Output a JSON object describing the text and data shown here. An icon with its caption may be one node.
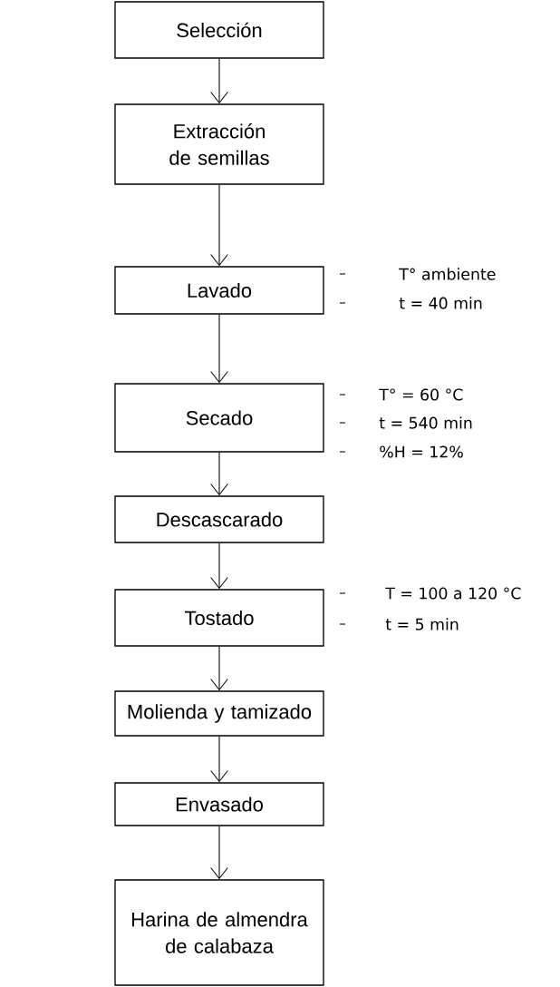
{
  "diagram": {
    "nodes": [
      {
        "text": [
          "Selección"
        ]
      },
      {
        "text": [
          "Extracción de semillas"
        ]
      },
      {
        "text": [
          "Lavado"
        ],
        "beside": [
          "T°  ambiente",
          "t = 40 min"
        ]
      },
      {
        "text": [
          "Secado"
        ],
        "beside": [
          "T° = 60 °C",
          "t  = 540 min",
          "%H = 12%"
        ]
      },
      {
        "text": [
          "Descascarado"
        ]
      },
      {
        "text": [
          "Tostado"
        ],
        "beside": [
          "T = 100 a 120 °C",
          "t = 5 min"
        ]
      },
      {
        "text": [
          "Molienda y tamizado"
        ]
      },
      {
        "text": [
          "Envasado"
        ]
      },
      {
        "text": [
          "Harina de almendra de calabaza"
        ]
      }
    ],
    "edges": [
      {
        "from": 0,
        "to": 1,
        "arrow": "to"
      },
      {
        "from": 1,
        "to": 2,
        "arrow": "to"
      },
      {
        "from": 2,
        "to": 3,
        "arrow": "to"
      },
      {
        "from": 3,
        "to": 4,
        "arrow": "to"
      },
      {
        "from": 4,
        "to": 5,
        "arrow": "to"
      },
      {
        "from": 5,
        "to": 6,
        "arrow": "to"
      },
      {
        "from": 6,
        "to": 7,
        "arrow": "to"
      },
      {
        "from": 7,
        "to": 8,
        "arrow": "to"
      }
    ]
  }
}
